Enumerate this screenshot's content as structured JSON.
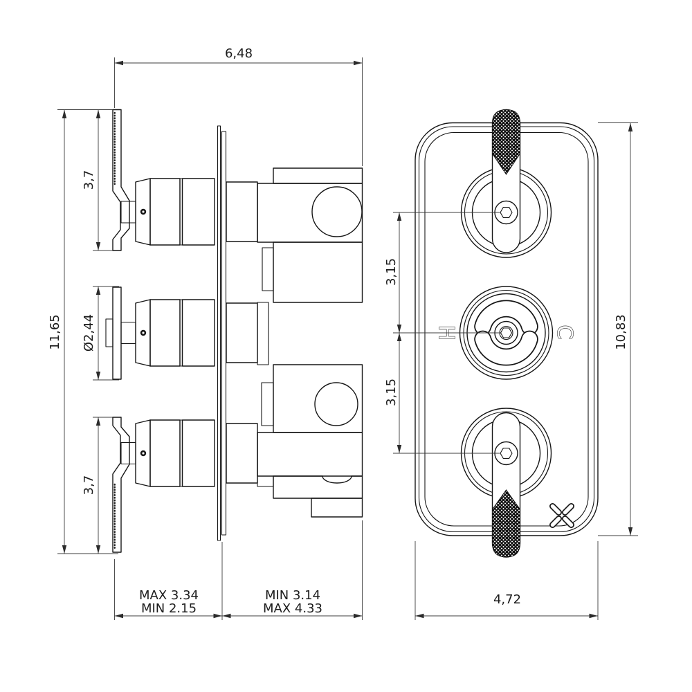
{
  "drawing": {
    "side_view": {
      "width_dim": "6,48",
      "overall_height_dim": "11,65",
      "top_handle_dim": "3,7",
      "knob_diameter_dim": "Ø2,44",
      "bottom_handle_dim": "3,7",
      "front_depth_line1": "MAX 3.34",
      "front_depth_line2": "MIN 2.15",
      "back_depth_line1": "MIN 3.14",
      "back_depth_line2": "MAX 4.33"
    },
    "front_view": {
      "upper_spacing_dim": "3,15",
      "lower_spacing_dim": "3,15",
      "plate_height_dim": "10,83",
      "plate_width_dim": "4,72",
      "hot_label": "H",
      "cold_label": "C"
    },
    "colors": {
      "line": "#161616",
      "dimension_line": "#3c3c3c",
      "background": "#ffffff"
    }
  }
}
